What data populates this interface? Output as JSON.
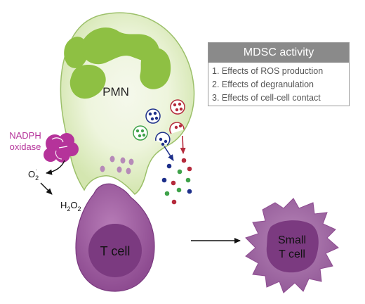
{
  "diagram": {
    "legend": {
      "title": "MDSC activity",
      "items": [
        "1. Effects of ROS production",
        "2. Effects of degranulation",
        "3. Effects of cell-cell contact"
      ]
    },
    "pmn_label": "PMN",
    "nadph_label_line1": "NADPH",
    "nadph_label_line2": "oxidase",
    "superoxide": {
      "base": "O",
      "sub": "2",
      "sup": "·"
    },
    "h2o2": {
      "part1": "H",
      "sub1": "2",
      "part2": "O",
      "sub2": "2"
    },
    "tcell_label": "T cell",
    "small_tcell_line1": "Small",
    "small_tcell_line2": "T cell",
    "colors": {
      "pmn_fill": "#d4e6b0",
      "pmn_stroke": "#9cc06a",
      "pmn_nucleus": "#8ec043",
      "pmn_center": "#f5f8ec",
      "nadph": "#b5339a",
      "tcell_outer": "#9b599c",
      "tcell_inner": "#7b3a80",
      "granule_red": "#b52a3c",
      "granule_blue": "#1d2f8a",
      "granule_green": "#3fa24a",
      "legend_header": "#8a8a8a"
    }
  }
}
